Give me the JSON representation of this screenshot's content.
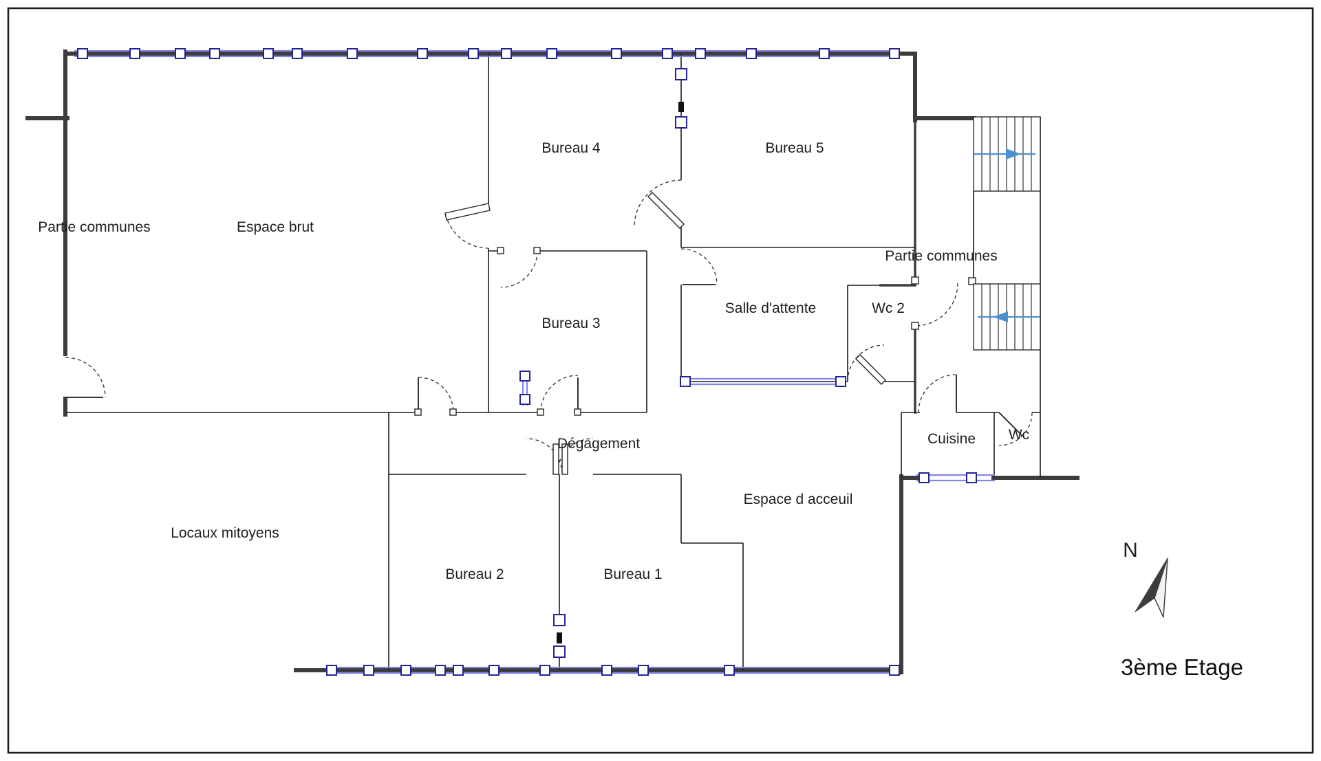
{
  "title": "3ème Etage",
  "labels": {
    "partie_communes_left": "Partie communes",
    "espace_brut": "Espace brut",
    "bureau_4": "Bureau 4",
    "bureau_5": "Bureau 5",
    "partie_communes_right": "Partie communes",
    "bureau_3": "Bureau 3",
    "salle_attente": "Salle d'attente",
    "wc_2": "Wc 2",
    "degagement": "Dégagement",
    "cuisine": "Cuisine",
    "wc": "Wc",
    "espace_acceuil": "Espace d acceuil",
    "locaux_mitoyens": "Locaux mitoyens",
    "bureau_2": "Bureau 2",
    "bureau_1": "Bureau 1",
    "north": "N",
    "floor_title": "3ème Etage"
  },
  "colors": {
    "wall": "#3c3c3c",
    "window": "#8585e8",
    "arrow": "#4f8fd0",
    "ink": "#1c1c1c"
  }
}
